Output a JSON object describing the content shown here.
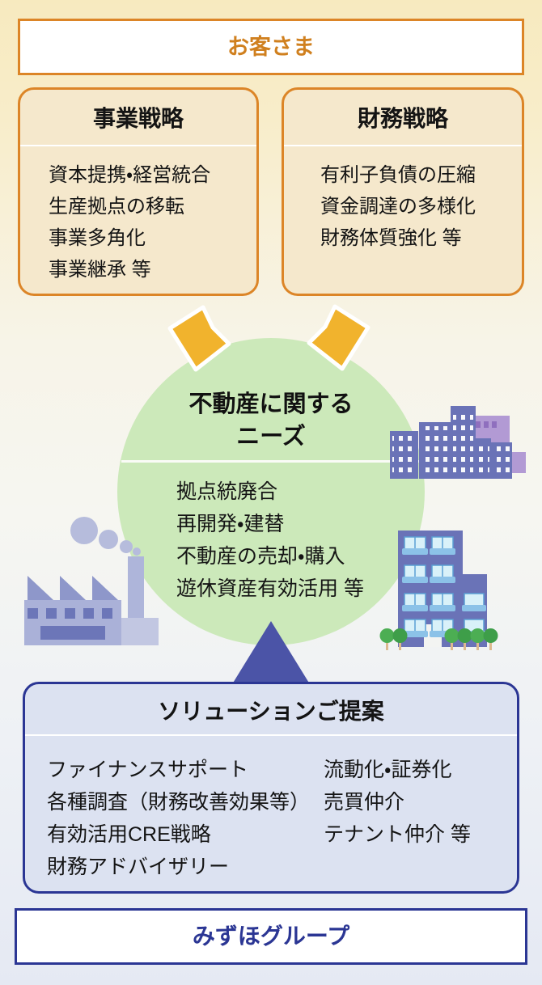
{
  "header": {
    "customer_label": "お客さま"
  },
  "strategy_boxes": [
    {
      "title": "事業戦略",
      "items": [
        "資本提携・経営統合",
        "生産拠点の移転",
        "事業多角化",
        "事業継承 等"
      ]
    },
    {
      "title": "財務戦略",
      "items": [
        "有利子負債の圧縮",
        "資金調達の多様化",
        "財務体質強化 等"
      ]
    }
  ],
  "needs": {
    "title_line1": "不動産に関する",
    "title_line2": "ニーズ",
    "items": [
      "拠点統廃合",
      "再開発・建替",
      "不動産の売却・購入",
      "遊休資産有効活用 等"
    ]
  },
  "solution": {
    "title": "ソリューションご提案",
    "left_items": [
      "ファイナンスサポート",
      "各種調査（財務改善効果等）",
      "有効活用CRE戦略",
      "財務アドバイザリー"
    ],
    "right_items": [
      "流動化・証券化",
      "売買仲介",
      "テナント仲介 等"
    ]
  },
  "footer": {
    "group_label": "みずほグループ"
  },
  "icons": {
    "down_arrow": "yellow banner arrow pointing down",
    "up_triangle": "blue triangle pointing up",
    "factory": "factory with chimney and smoke",
    "city": "city office buildings skyline",
    "apartment": "apartment building with balconies and trees"
  },
  "colors": {
    "accent_orange": "#dc8527",
    "customer_text_orange": "#d0801f",
    "accent_blue": "#2b3694",
    "arrow_yellow": "#f1b32d",
    "circle_green": "#cce9ba",
    "triangle_blue": "#4b54a7",
    "strategy_panel_cream": "#f5e8cc",
    "solution_panel_blue": "#dce2f1",
    "illustration_blue": "#6a73b7",
    "illustration_lavender": "#b29ad4"
  }
}
